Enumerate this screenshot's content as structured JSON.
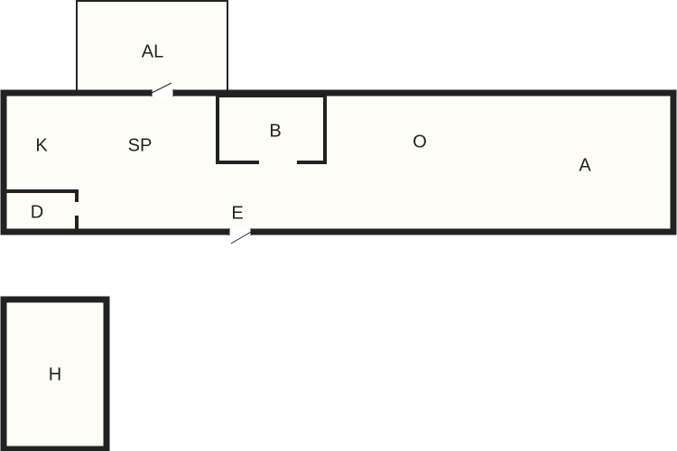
{
  "floor_plan": {
    "rooms": [
      {
        "id": "al",
        "label": "AL"
      },
      {
        "id": "k",
        "label": "K"
      },
      {
        "id": "sp",
        "label": "SP"
      },
      {
        "id": "b",
        "label": "B"
      },
      {
        "id": "o",
        "label": "O"
      },
      {
        "id": "a",
        "label": "A"
      },
      {
        "id": "d",
        "label": "D"
      },
      {
        "id": "e",
        "label": "E"
      },
      {
        "id": "h",
        "label": "H"
      }
    ]
  }
}
